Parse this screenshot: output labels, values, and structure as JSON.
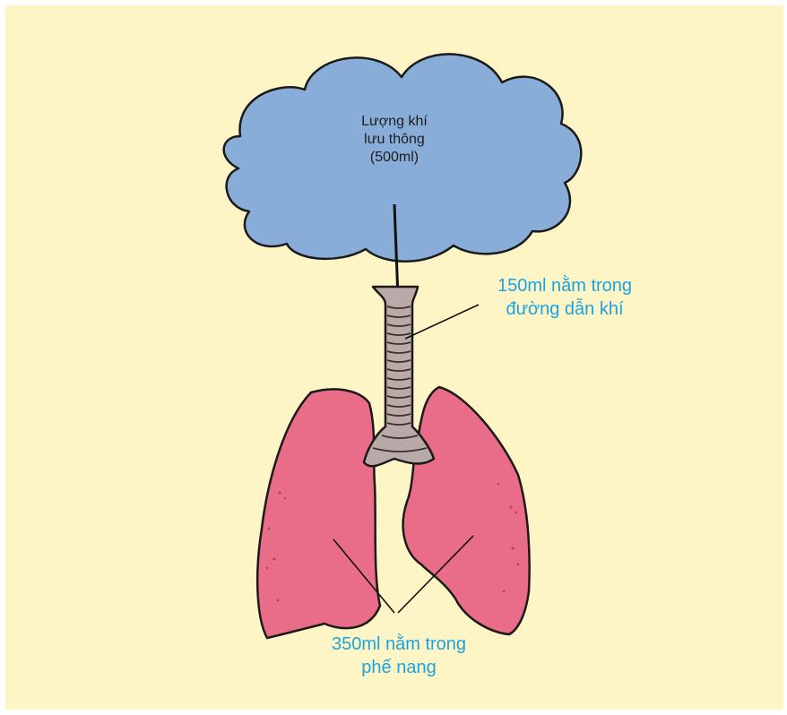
{
  "cloud": {
    "line1": "Lượng khí",
    "line2": "lưu thông",
    "line3": "(500ml)"
  },
  "labels": {
    "airway_line1": "150ml nằm trong",
    "airway_line2": "đường dẫn khí",
    "alveoli_line1": "350ml nằm trong",
    "alveoli_line2": "phế nang"
  },
  "colors": {
    "background": "#fef5c6",
    "cloud": "#89add9",
    "lungs": "#e96c88",
    "trachea": "#b9a9a7",
    "label_text": "#1aa3e0"
  }
}
